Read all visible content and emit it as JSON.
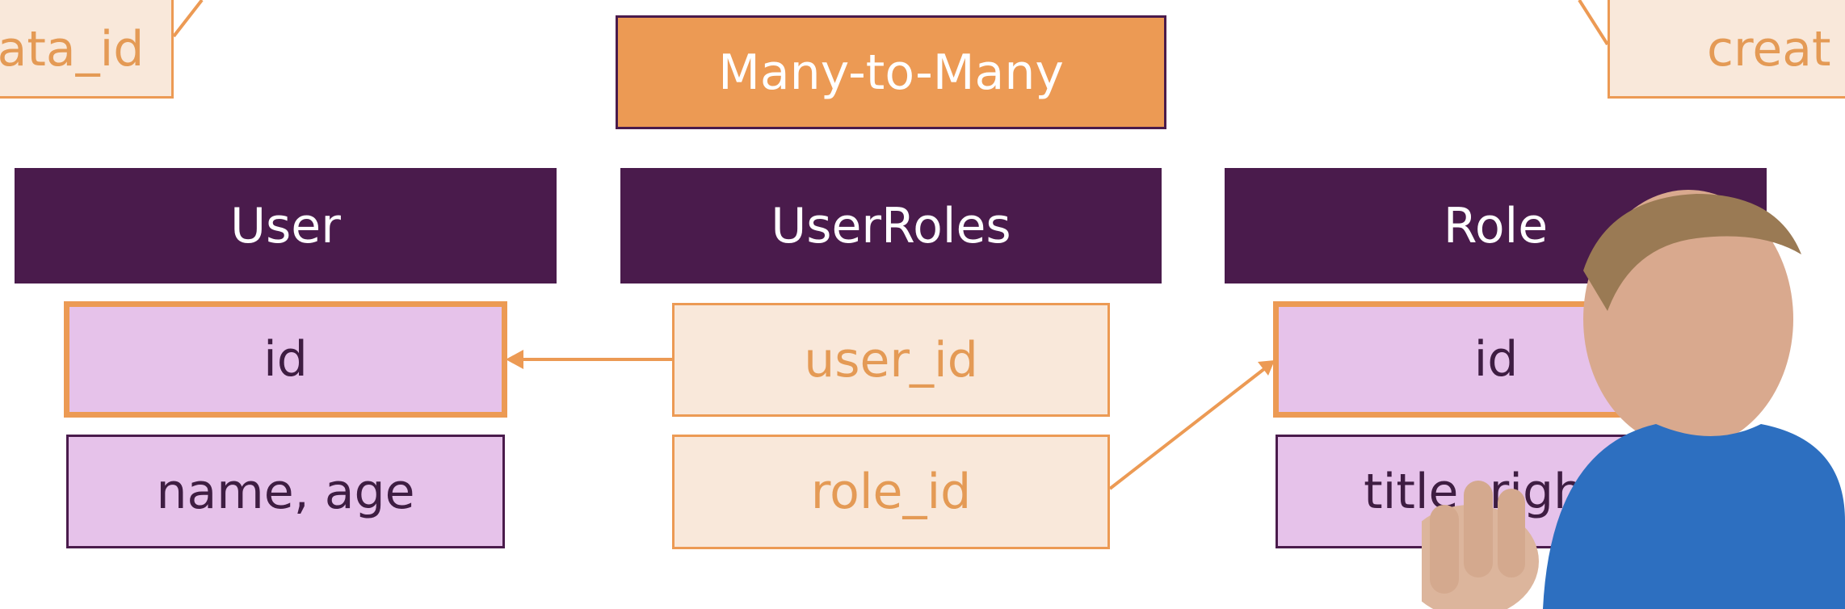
{
  "title": "Many-to-Many",
  "top_left_partial": "ata_id",
  "top_right_partial": "creat",
  "tables": {
    "user": {
      "name": "User",
      "pk": "id",
      "fields": "name, age"
    },
    "user_roles": {
      "name": "UserRoles",
      "fk_user": "user_id",
      "fk_role": "role_id"
    },
    "role": {
      "name": "Role",
      "pk": "id",
      "fields": "title, rights"
    }
  },
  "colors": {
    "header": "#4a1b4c",
    "accent": "#ec9a54",
    "field_fill": "#e6c2ea",
    "fk_fill": "#f9e8da",
    "fk_text": "#e49a55"
  }
}
